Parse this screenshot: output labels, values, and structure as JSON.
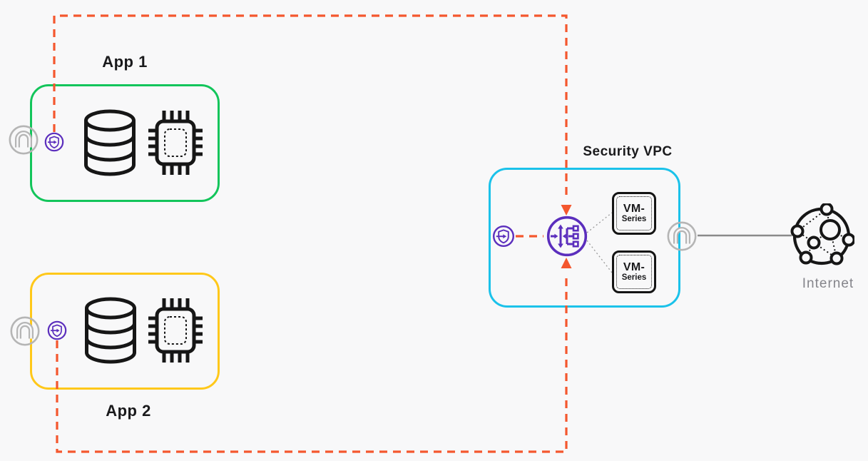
{
  "labels": {
    "app1": "App 1",
    "app2": "App 2",
    "security_vpc": "Security VPC",
    "internet": "Internet"
  },
  "vm_series": [
    {
      "line1": "VM-",
      "line2": "Series"
    },
    {
      "line1": "VM-",
      "line2": "Series"
    }
  ],
  "icons": {
    "gateway": "gateway-icon",
    "endpoint": "gwlb-endpoint-icon",
    "load_balancer": "gateway-load-balancer-icon",
    "database": "database-icon",
    "compute": "cpu-chip-icon",
    "internet": "internet-globe-icon"
  },
  "colors": {
    "background": "#F8F8F9",
    "app1_border": "#13C55B",
    "app2_border": "#FFC81A",
    "security_vpc_border": "#1BC2EA",
    "traffic_dash_orange": "#F4572E",
    "endpoint_purple": "#5B2EBD",
    "gateway_gray": "#B5B5B5",
    "internet_line_gray": "#8A8A8A",
    "icon_black": "#161616",
    "text_dark": "#1A1A1C",
    "text_gray": "#85858B"
  }
}
